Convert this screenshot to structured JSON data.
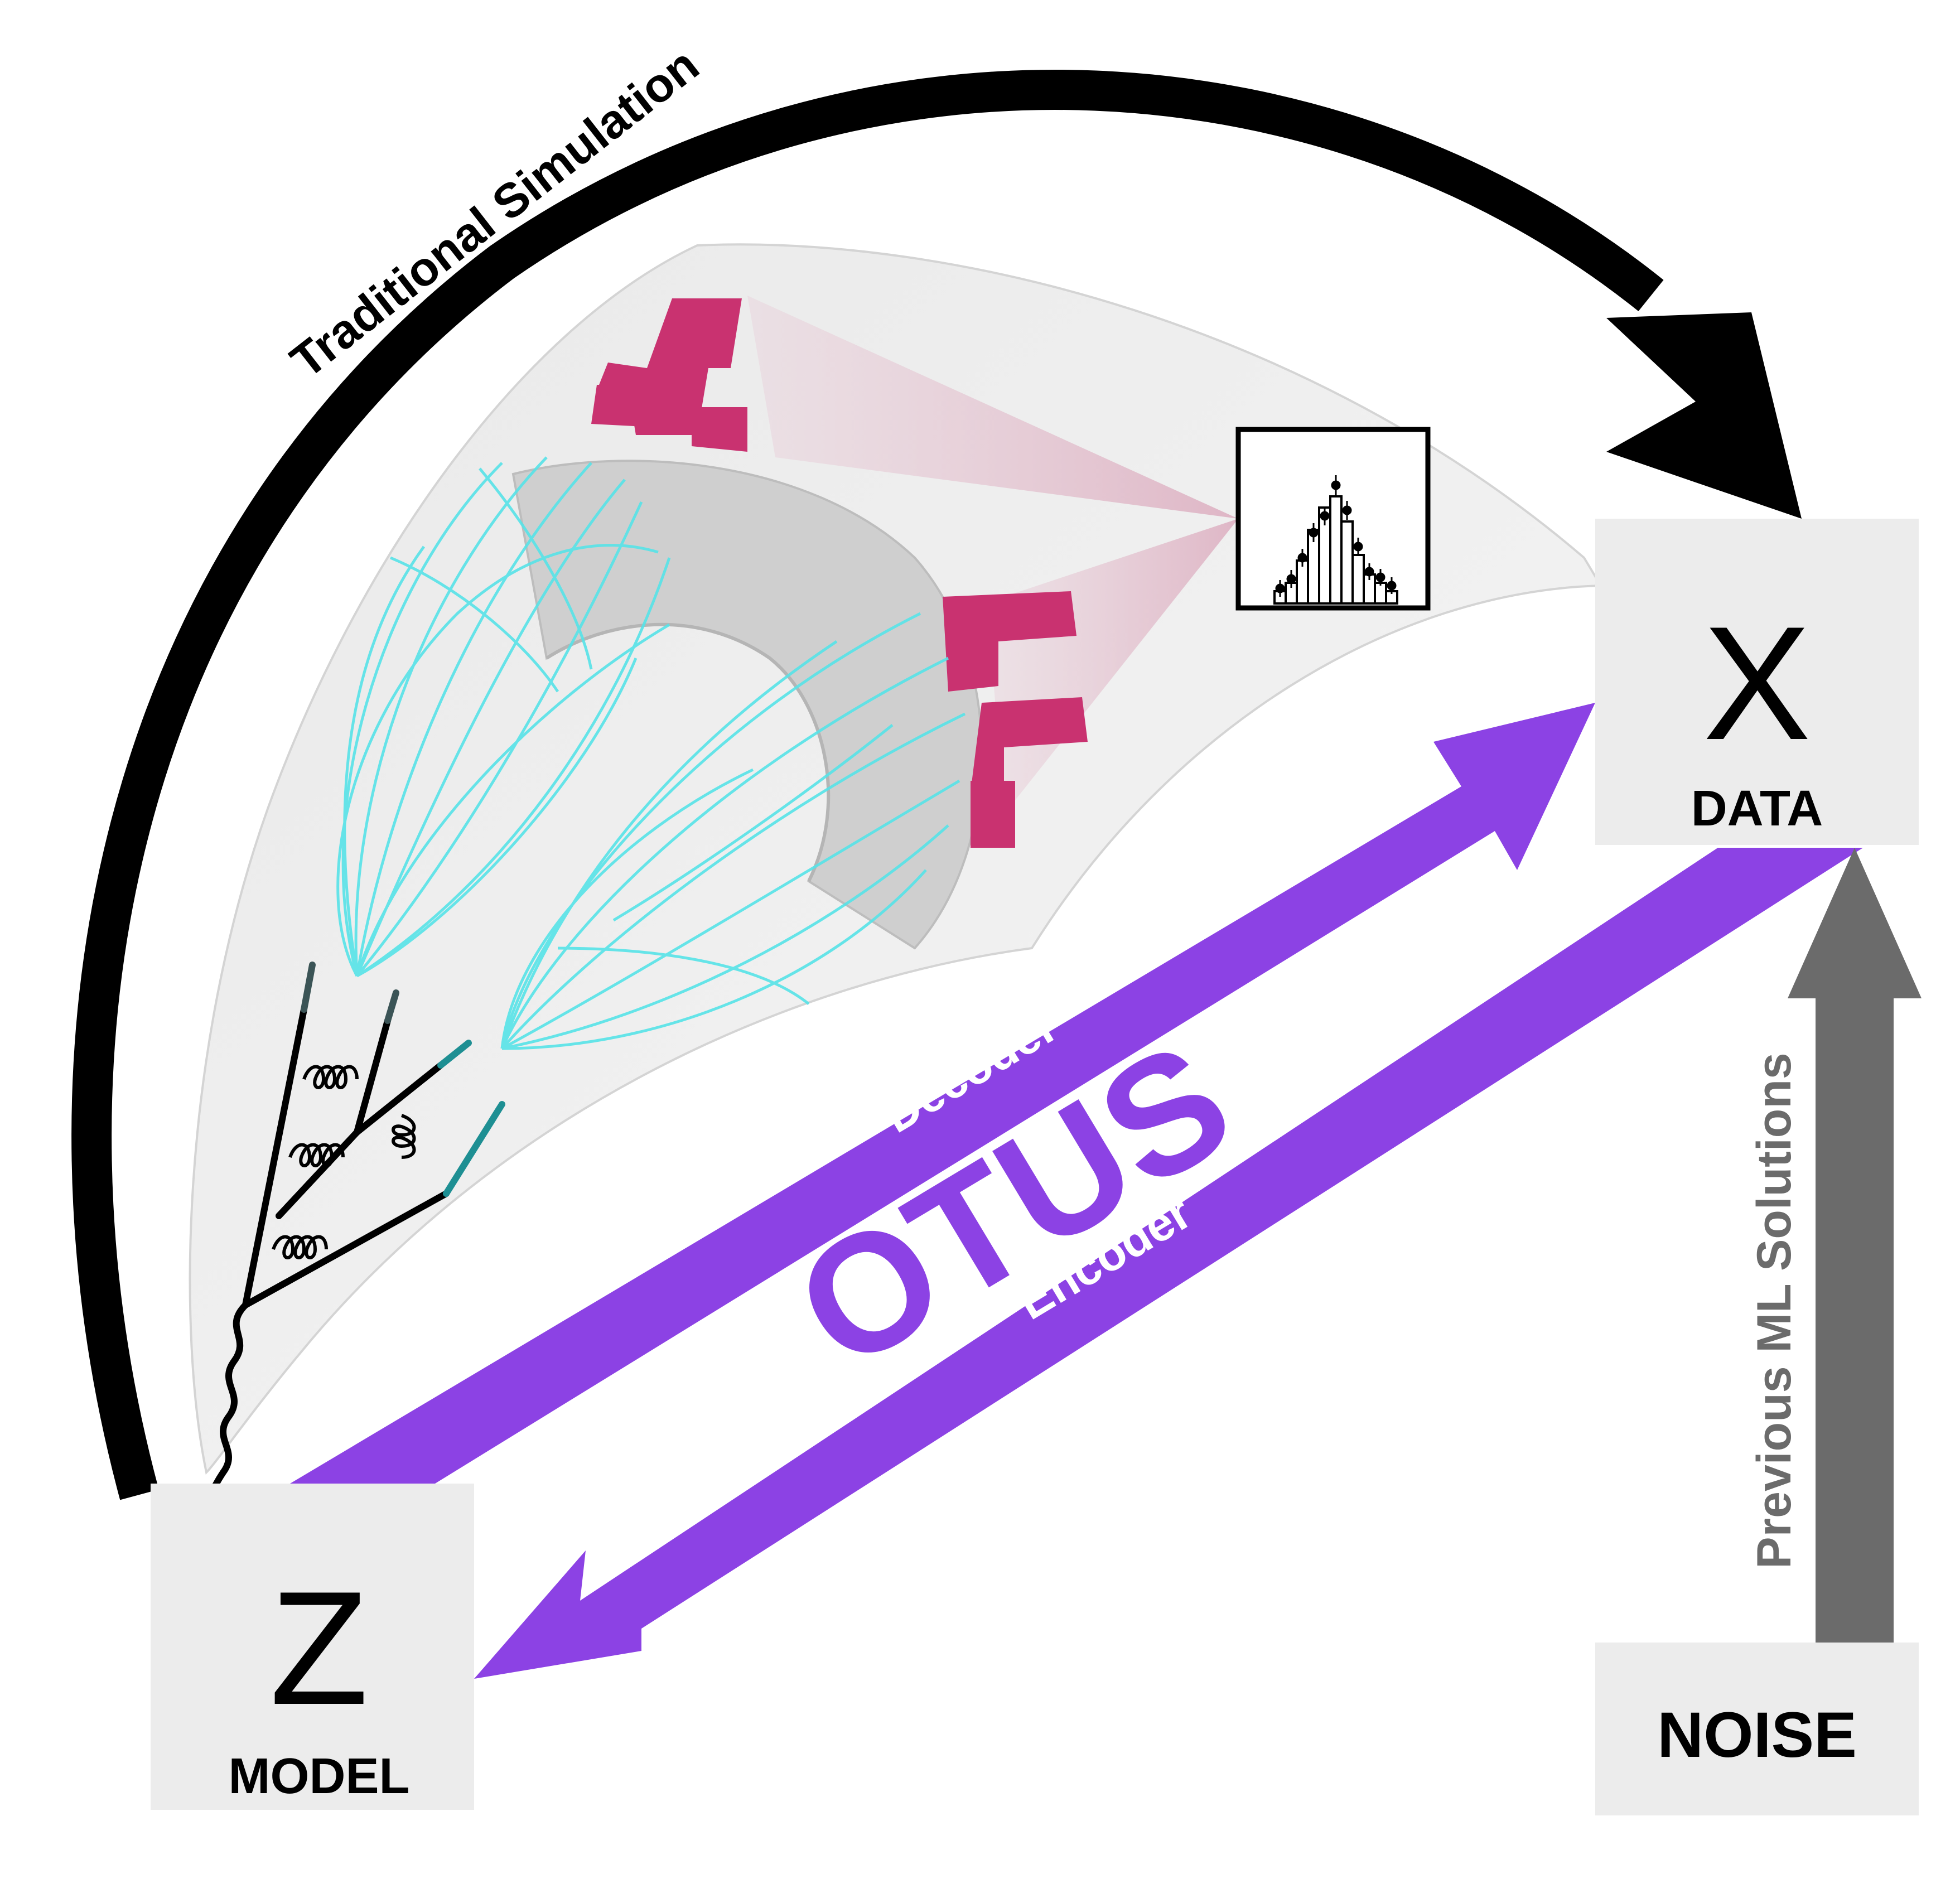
{
  "arcs": {
    "traditional_simulation": "Traditional Simulation"
  },
  "boxes": {
    "model": {
      "symbol": "Z",
      "label": "MODEL"
    },
    "data": {
      "symbol": "X",
      "label": "DATA"
    },
    "noise": {
      "label": "NOISE"
    }
  },
  "arrows": {
    "decoder": "Decoder",
    "encoder": "Encoder",
    "center_label": "OTUS",
    "previous_ml": "Previous ML Solutions"
  },
  "colors": {
    "purple": "#8c42e4",
    "gray_arrow": "#6b6b6b",
    "black_arc": "#000000",
    "detector_pink": "#c93270",
    "tracks_cyan": "#57e3e8",
    "box_fill": "#ececec"
  }
}
